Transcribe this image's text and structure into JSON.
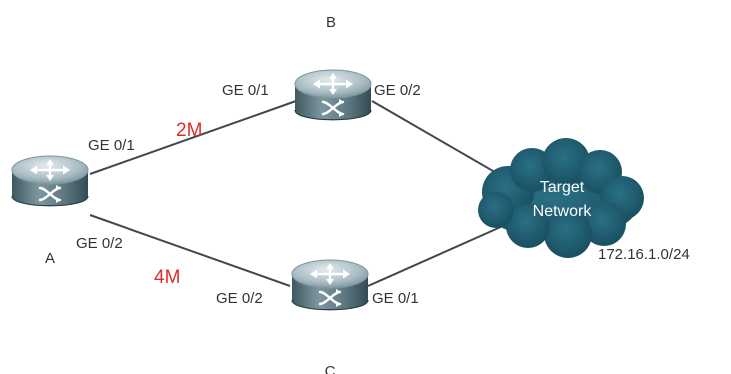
{
  "routers": {
    "a": {
      "name": "A"
    },
    "b": {
      "name": "B"
    },
    "c": {
      "name": "C"
    }
  },
  "links": {
    "ab": {
      "bandwidth": "2M",
      "a_port": "GE 0/1",
      "b_port": "GE 0/1"
    },
    "ac": {
      "bandwidth": "4M",
      "a_port": "GE 0/2",
      "c_port": "GE 0/2"
    },
    "b_target": {
      "b_port": "GE 0/2"
    },
    "c_target": {
      "c_port": "GE 0/1"
    }
  },
  "target": {
    "line1": "Target",
    "line2": "Network",
    "subnet": "172.16.1.0/24"
  },
  "colors": {
    "link_line": "#3d4a50",
    "bandwidth_text": "#e02b2b",
    "cloud_fill": "#1e5a6e",
    "router_top": "#b4c3c9",
    "router_body": "#6f8a94"
  },
  "icons": {
    "router": "router-icon",
    "cloud": "cloud-icon"
  }
}
